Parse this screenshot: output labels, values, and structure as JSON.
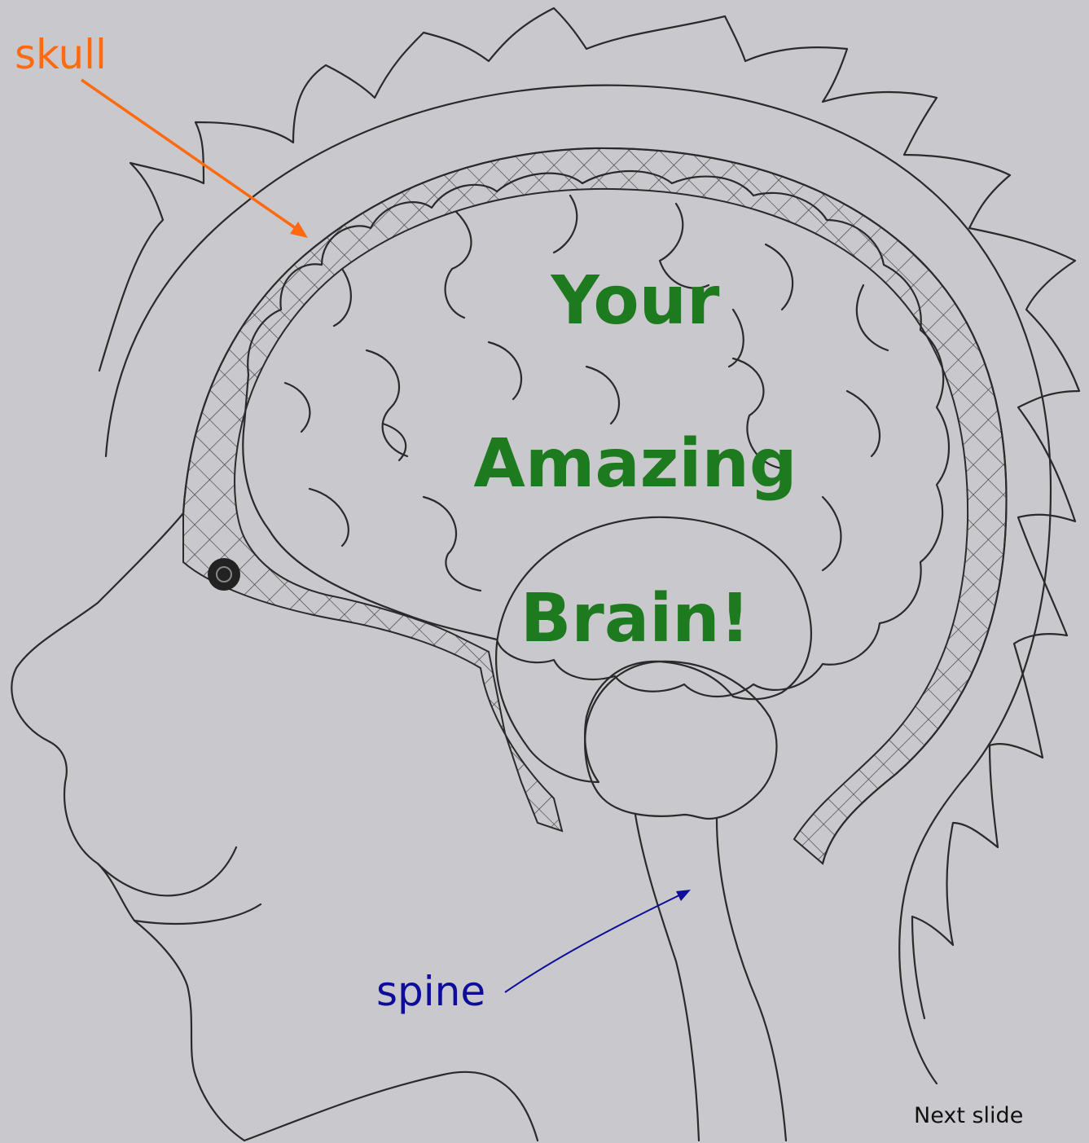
{
  "title": {
    "line1": "Your",
    "line2": "Amazing",
    "line3": "Brain!"
  },
  "labels": {
    "skull": "skull",
    "spine": "spine"
  },
  "navigation": {
    "next_slide": "Next slide"
  },
  "colors": {
    "background": "#c9c9cd",
    "title": "#1e7a1e",
    "skull_label": "#ff6a10",
    "spine_label": "#0d0d9a",
    "ink": "#2a2a2a"
  }
}
